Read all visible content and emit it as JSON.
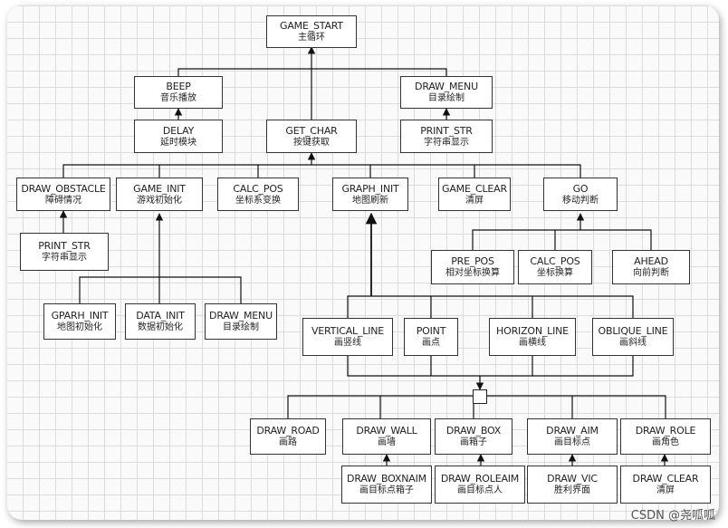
{
  "diagram": {
    "nodes": [
      {
        "id": "game_start",
        "title": "GAME_START",
        "subtitle": "主循环"
      },
      {
        "id": "beep",
        "title": "BEEP",
        "subtitle": "音乐播放"
      },
      {
        "id": "draw_menu_top",
        "title": "DRAW_MENU",
        "subtitle": "目录绘制"
      },
      {
        "id": "delay",
        "title": "DELAY",
        "subtitle": "延时模块"
      },
      {
        "id": "get_char",
        "title": "GET_CHAR",
        "subtitle": "按键获取"
      },
      {
        "id": "print_str_top",
        "title": "PRINT_STR",
        "subtitle": "字符串显示"
      },
      {
        "id": "draw_obstacle",
        "title": "DRAW_OBSTACLE",
        "subtitle": "障碍情况"
      },
      {
        "id": "game_init",
        "title": "GAME_INIT",
        "subtitle": "游戏初始化"
      },
      {
        "id": "calc_pos",
        "title": "CALC_POS",
        "subtitle": "坐标系变换"
      },
      {
        "id": "graph_init",
        "title": "GRAPH_INIT",
        "subtitle": "地图刷新"
      },
      {
        "id": "game_clear",
        "title": "GAME_CLEAR",
        "subtitle": "清屏"
      },
      {
        "id": "go",
        "title": "GO",
        "subtitle": "移动判断"
      },
      {
        "id": "print_str_left",
        "title": "PRINT_STR",
        "subtitle": "字符串显示"
      },
      {
        "id": "pre_pos",
        "title": "PRE_POS",
        "subtitle": "相对坐标换算"
      },
      {
        "id": "calc_pos_2",
        "title": "CALC_POS",
        "subtitle": "坐标换算"
      },
      {
        "id": "ahead",
        "title": "AHEAD",
        "subtitle": "向前判断"
      },
      {
        "id": "gparh_init",
        "title": "GPARH_INIT",
        "subtitle": "地图初始化"
      },
      {
        "id": "data_init",
        "title": "DATA_INIT",
        "subtitle": "数据初始化"
      },
      {
        "id": "draw_menu_low",
        "title": "DRAW_MENU",
        "subtitle": "目录绘制"
      },
      {
        "id": "vertical_line",
        "title": "VERTICAL_LINE",
        "subtitle": "画竖线"
      },
      {
        "id": "point",
        "title": "POINT",
        "subtitle": "画点"
      },
      {
        "id": "horizon_line",
        "title": "HORIZON_LINE",
        "subtitle": "画横线"
      },
      {
        "id": "oblique_line",
        "title": "OBLIQUE_LINE",
        "subtitle": "画斜线"
      },
      {
        "id": "draw_road",
        "title": "DRAW_ROAD",
        "subtitle": "画路"
      },
      {
        "id": "draw_wall",
        "title": "DRAW_WALL",
        "subtitle": "画墙"
      },
      {
        "id": "draw_box",
        "title": "DRAW_BOX",
        "subtitle": "画箱子"
      },
      {
        "id": "draw_aim",
        "title": "DRAW_AIM",
        "subtitle": "画目标点"
      },
      {
        "id": "draw_role",
        "title": "DRAW_ROLE",
        "subtitle": "画角色"
      },
      {
        "id": "draw_boxnaim",
        "title": "DRAW_BOXNAIM",
        "subtitle": "画目标点箱子"
      },
      {
        "id": "draw_roleaim",
        "title": "DRAW_ROLEAIM",
        "subtitle": "画目标点人"
      },
      {
        "id": "draw_vic",
        "title": "DRAW_VIC",
        "subtitle": "胜利界面"
      },
      {
        "id": "draw_clear",
        "title": "DRAW_CLEAR",
        "subtitle": "清屏"
      }
    ],
    "edges": [
      {
        "from": "beep",
        "to": "game_start"
      },
      {
        "from": "get_char",
        "to": "game_start"
      },
      {
        "from": "draw_menu_top",
        "to": "game_start"
      },
      {
        "from": "delay",
        "to": "beep"
      },
      {
        "from": "print_str_top",
        "to": "draw_menu_top"
      },
      {
        "from": "draw_obstacle",
        "to": "get_char"
      },
      {
        "from": "game_init",
        "to": "get_char"
      },
      {
        "from": "calc_pos",
        "to": "get_char"
      },
      {
        "from": "graph_init",
        "to": "get_char"
      },
      {
        "from": "game_clear",
        "to": "get_char"
      },
      {
        "from": "go",
        "to": "get_char"
      },
      {
        "from": "print_str_left",
        "to": "draw_obstacle"
      },
      {
        "from": "gparh_init",
        "to": "game_init"
      },
      {
        "from": "data_init",
        "to": "game_init"
      },
      {
        "from": "draw_menu_low",
        "to": "game_init"
      },
      {
        "from": "pre_pos",
        "to": "go"
      },
      {
        "from": "calc_pos_2",
        "to": "go"
      },
      {
        "from": "ahead",
        "to": "go"
      },
      {
        "from": "vertical_line",
        "to": "graph_init"
      },
      {
        "from": "point",
        "to": "graph_init"
      },
      {
        "from": "horizon_line",
        "to": "graph_init"
      },
      {
        "from": "oblique_line",
        "to": "graph_init"
      },
      {
        "from": "draw_road",
        "to": "vertical_line"
      },
      {
        "from": "draw_wall",
        "to": "vertical_line"
      },
      {
        "from": "draw_box",
        "to": "vertical_line"
      },
      {
        "from": "draw_aim",
        "to": "vertical_line"
      },
      {
        "from": "draw_role",
        "to": "vertical_line"
      },
      {
        "from": "draw_boxnaim",
        "to": "draw_wall"
      },
      {
        "from": "draw_roleaim",
        "to": "draw_box"
      },
      {
        "from": "draw_vic",
        "to": "draw_aim"
      },
      {
        "from": "draw_clear",
        "to": "draw_role"
      }
    ]
  },
  "watermark": "CSDN @尧呱呱"
}
